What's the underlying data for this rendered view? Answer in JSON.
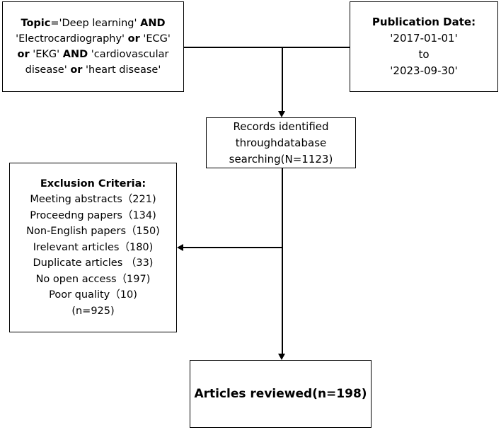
{
  "topic_box": {
    "k_topic": "Topic",
    "t1": "='Deep learning' ",
    "k_and1": "AND",
    "t2": "'Electrocardiography' ",
    "k_or1": "or",
    "t3": " 'ECG'",
    "k_or2": "or",
    "t4": " 'EKG' ",
    "k_and2": "AND",
    "t5": " 'cardiovascular",
    "t6": "disease' ",
    "k_or3": "or",
    "t7": " 'heart disease'"
  },
  "pubdate_box": {
    "title": "Publication Date:",
    "start": "'2017-01-01'",
    "to": "to",
    "end": "'2023-09-30'"
  },
  "records_box": {
    "lines": [
      "Records identified",
      "throughdatabase",
      "searching(N=1123)"
    ]
  },
  "exclusion_box": {
    "title": "Exclusion Criteria:",
    "items": [
      "Meeting abstracts（221)",
      "Proceedng papers（134)",
      "Non-English papers（150)",
      "Irelevant articles（180)",
      "Duplicate articles （33)",
      "No open access（197)",
      "Poor quality（10)",
      "(n=925)"
    ]
  },
  "reviewed_box": {
    "label": "Articles reviewed(n=198)"
  }
}
